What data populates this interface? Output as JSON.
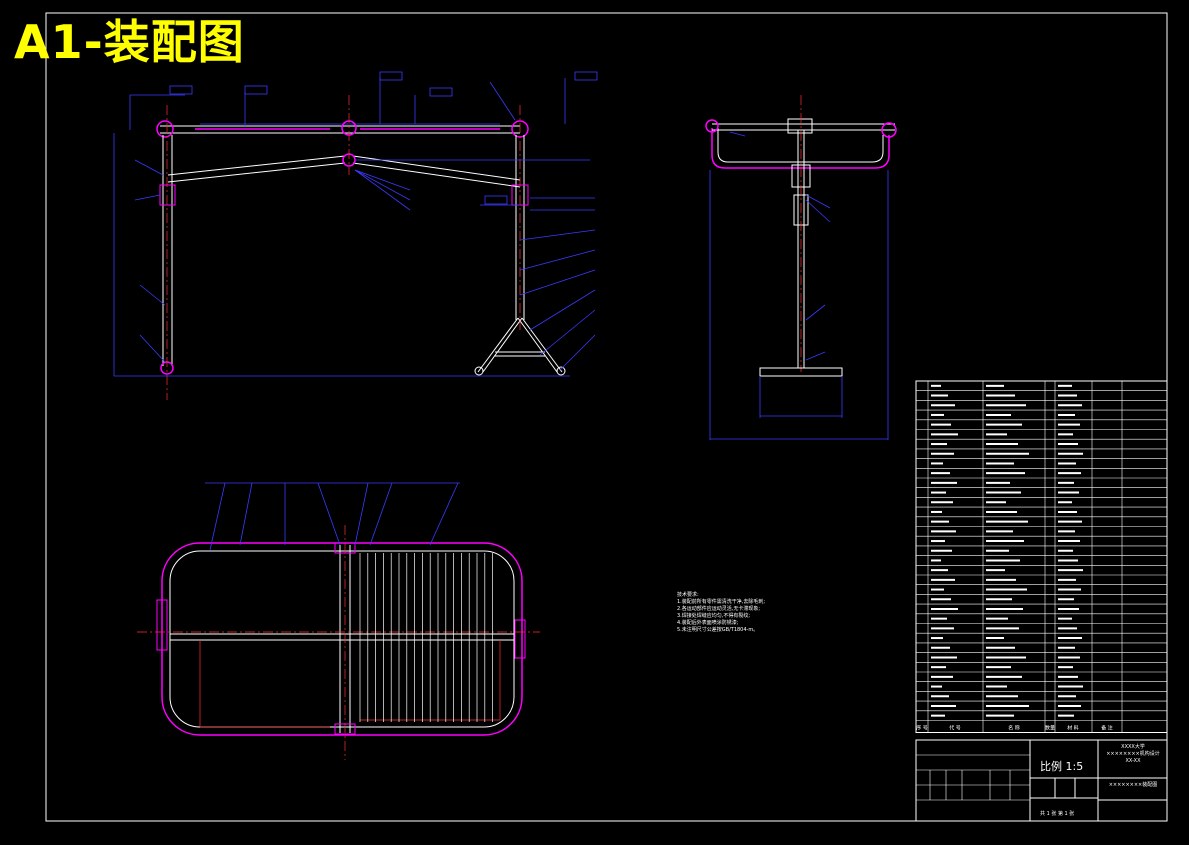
{
  "title": "A1-装配图",
  "scale_label": "比例 1:5",
  "school": [
    "XXXX大学",
    "××××××××机构设计",
    "XX-XX"
  ],
  "drawing_name": "××××××××装配图",
  "sheet": "共 1 张  第 1 张",
  "notes": [
    "技术要求:",
    "1.装配前所有零件需清洗干净,去除毛刺;",
    "2.各运动部件应运动灵活,无卡滞现象;",
    "3.焊接处焊缝应均匀,不得有裂纹;",
    "4.装配后外表面喷涂防锈漆;",
    "5.未注明尺寸公差按GB/T1804-m。"
  ],
  "bom_header": [
    "序 号",
    "代 号",
    "名 称",
    "数量",
    "材 料",
    "备 注"
  ],
  "bom_rows": 35,
  "colors": {
    "frame": "#ffffff",
    "magenta": "#ff00ff",
    "leader": "#3a3aff",
    "center": "#ff3030",
    "title": "#ffff00",
    "table_line": "#ffffff"
  }
}
